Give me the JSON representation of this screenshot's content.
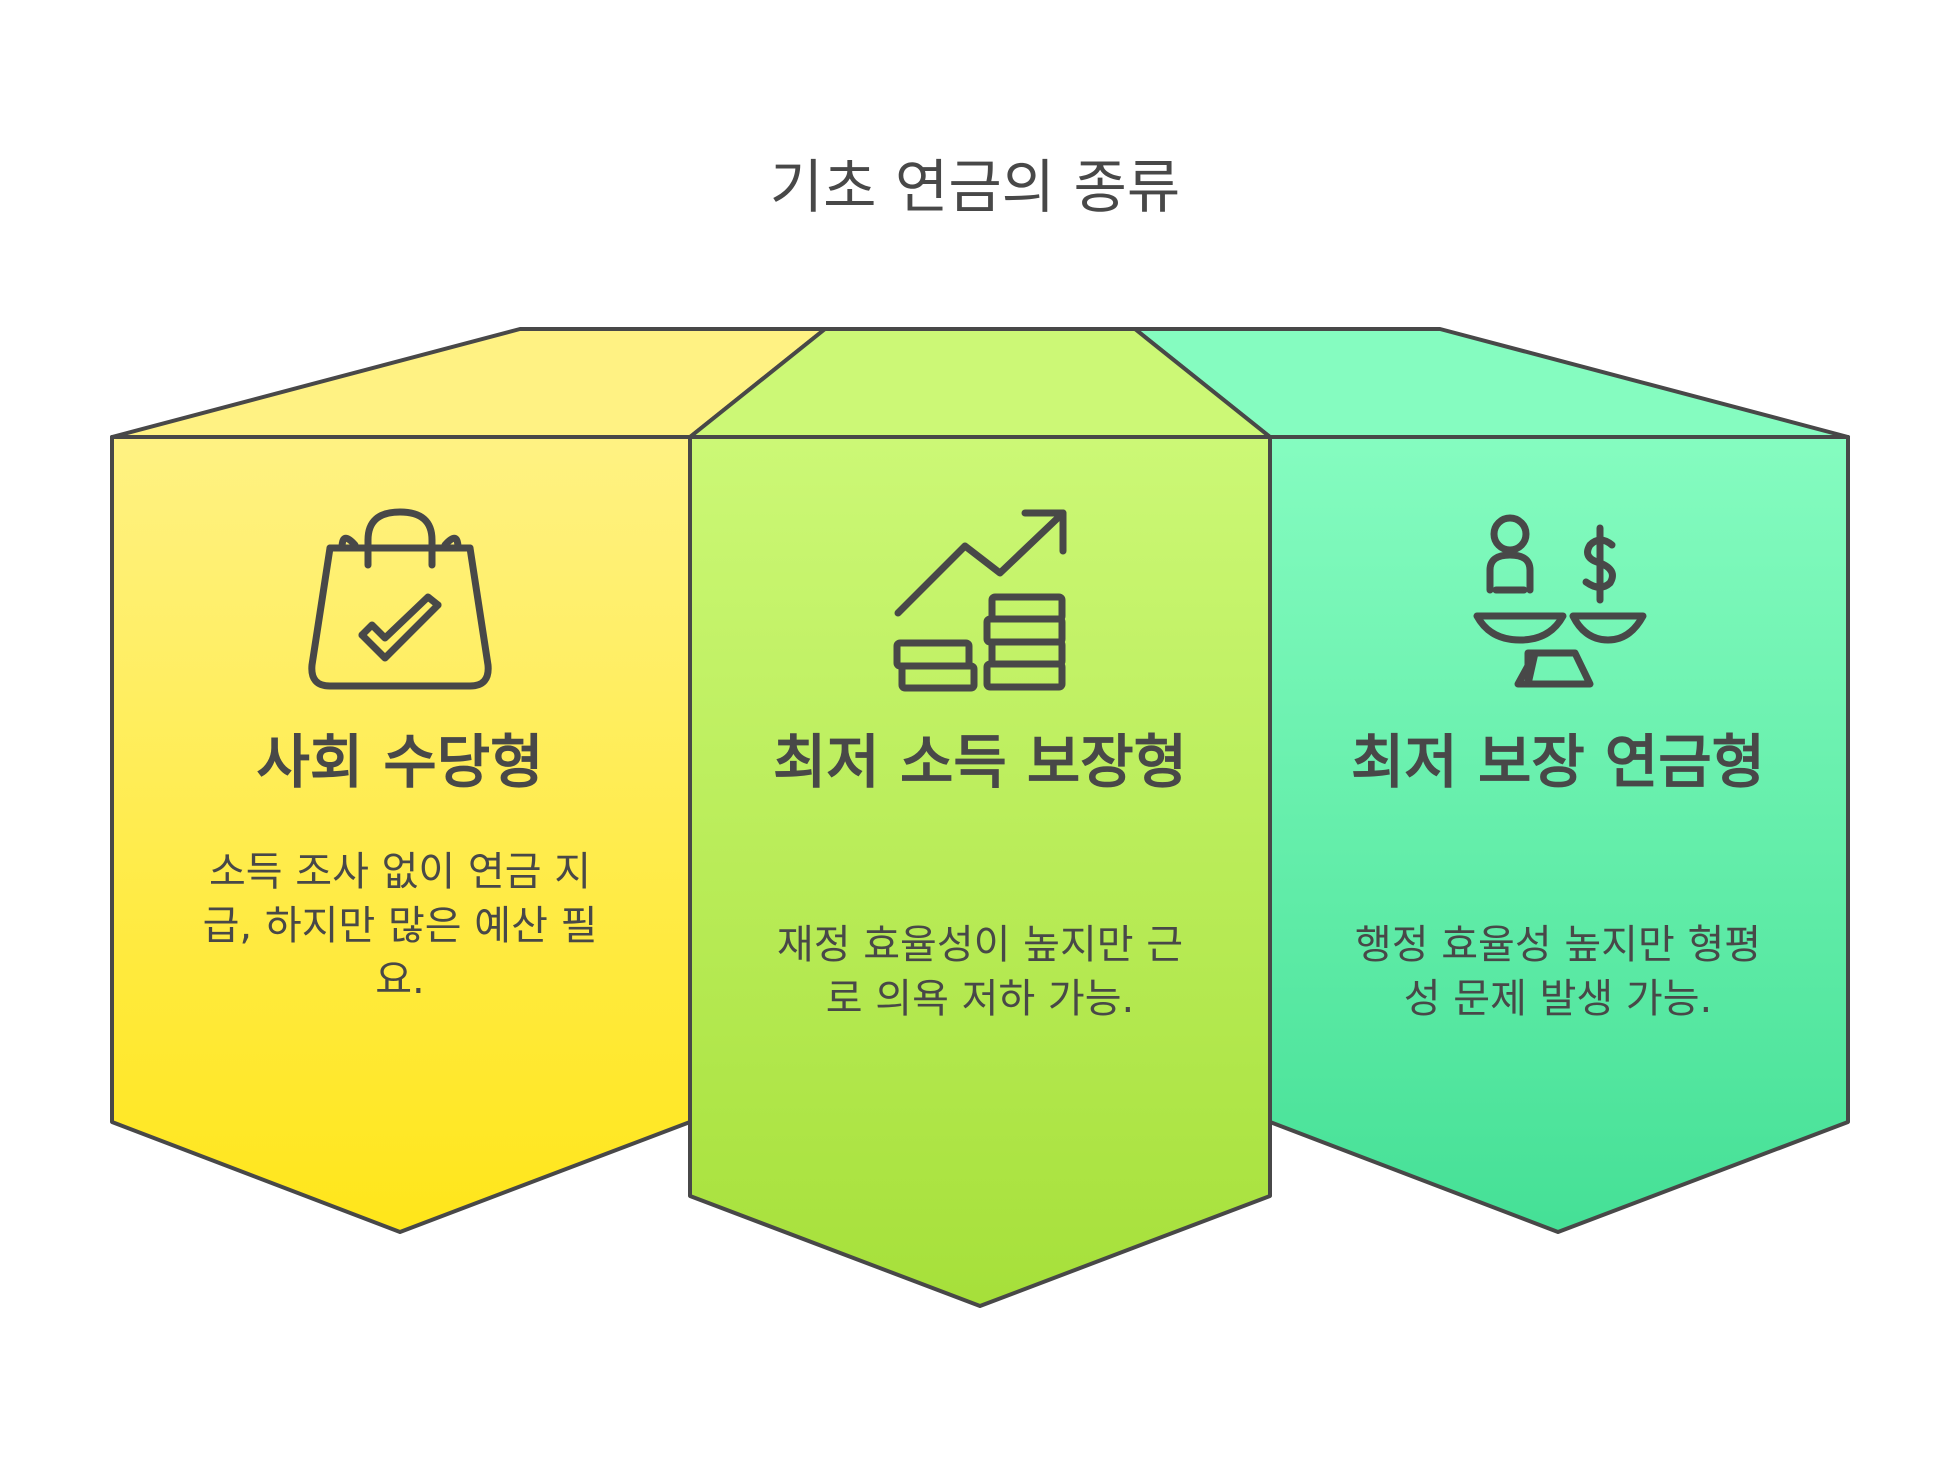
{
  "title": "기초 연금의 종류",
  "colors": {
    "yellow_top": "#fff283",
    "yellow_bottom": "#ffe61a",
    "lime_top": "#ccf876",
    "lime_bottom": "#a6e03a",
    "green_top": "#85fcc0",
    "green_bottom": "#45e096",
    "stroke": "#484848"
  },
  "cards": [
    {
      "icon": "shopping-bag-check-icon",
      "heading": "사회 수당형",
      "description": "소득 조사 없이 연금 지급, 하지만 많은 예산 필요."
    },
    {
      "icon": "growth-coins-icon",
      "heading": "최저 소득 보장형",
      "description": "재정 효율성이 높지만 근로 의욕 저하 가능."
    },
    {
      "icon": "balance-scale-person-dollar-icon",
      "heading": "최저 보장 연금형",
      "description": "행정 효율성 높지만 형평성 문제 발생 가능."
    }
  ]
}
